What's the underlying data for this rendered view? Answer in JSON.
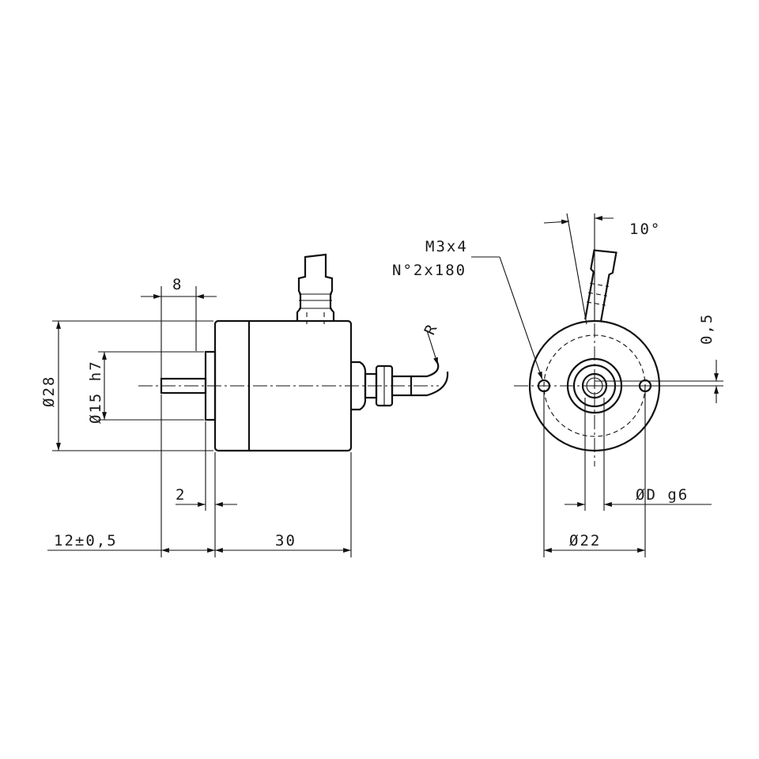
{
  "labels": {
    "shaft_length": "8",
    "body_diameter": "Ø28",
    "spigot_diameter": "Ø15 h7",
    "flange_thickness": "2",
    "overall_offset": "12±0,5",
    "body_length": "30",
    "cable_radius": "R",
    "angle": "10°",
    "thread_spec": "M3x4",
    "thread_count": "N°2x180",
    "offset": "0,5",
    "shaft_diameter": "ØD g6",
    "hole_circle": "Ø22"
  }
}
